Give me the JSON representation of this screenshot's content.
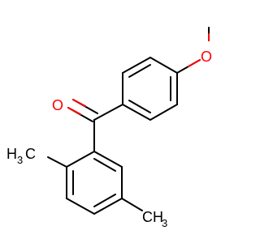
{
  "molecule": {
    "labels": {
      "carbonyl_oxygen": "O",
      "ether_oxygen": "O",
      "methyl_left_h": "H",
      "methyl_left_sub": "3",
      "methyl_left_c": "C",
      "methyl_right_c": "CH",
      "methyl_right_sub": "3"
    },
    "colors": {
      "bond": "#000000",
      "oxygen": "#ff0000",
      "carbon": "#000000",
      "background": "#ffffff"
    }
  }
}
